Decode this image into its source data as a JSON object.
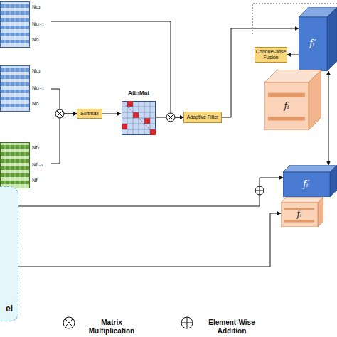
{
  "diagram": {
    "nodes": [
      {
        "text": [
          "Nc₂",
          "Ncᵢ₋₁",
          "Ncᵢ"
        ]
      },
      {
        "text": [
          "Nc₂",
          "Ncᵢ₋₁",
          "Ncᵢ"
        ]
      },
      {
        "text": [
          "Nf₂",
          "Nfᵢ₋₁",
          "Nfᵢ"
        ]
      },
      {
        "text": [
          "Softmax"
        ]
      },
      {
        "text": [
          "AttnMat"
        ]
      },
      {
        "text": [
          "Adaptive Filter"
        ]
      },
      {
        "text": [
          "Channel-wise Fusion"
        ]
      },
      {
        "text": [
          "fᵢ′"
        ]
      },
      {
        "text": [
          "fᵢ"
        ]
      },
      {
        "text": [
          "fᵢ′"
        ]
      },
      {
        "text": [
          "fᵢ"
        ]
      },
      {
        "text": [
          "el"
        ]
      }
    ],
    "edges": [
      {
        "from": 1,
        "to": 3,
        "arrow": "to"
      },
      {
        "from": 2,
        "to": 3,
        "arrow": "to"
      },
      {
        "from": 3,
        "to": 4,
        "arrow": "to"
      },
      {
        "from": 4,
        "to": 5,
        "arrow": "to"
      },
      {
        "from": 0,
        "to": 5,
        "arrow": "to"
      },
      {
        "from": 5,
        "to": 7,
        "arrow": "to"
      },
      {
        "from": 7,
        "to": 6,
        "arrow": "to"
      },
      {
        "from": 7,
        "to": 9,
        "arrow": "both"
      },
      {
        "from": 11,
        "to": 9,
        "arrow": "to"
      },
      {
        "from": 11,
        "to": 10,
        "arrow": "to"
      }
    ],
    "legend": [
      {
        "text": "Matrix Multiplication"
      },
      {
        "text": "Element-Wise Addition"
      }
    ]
  }
}
